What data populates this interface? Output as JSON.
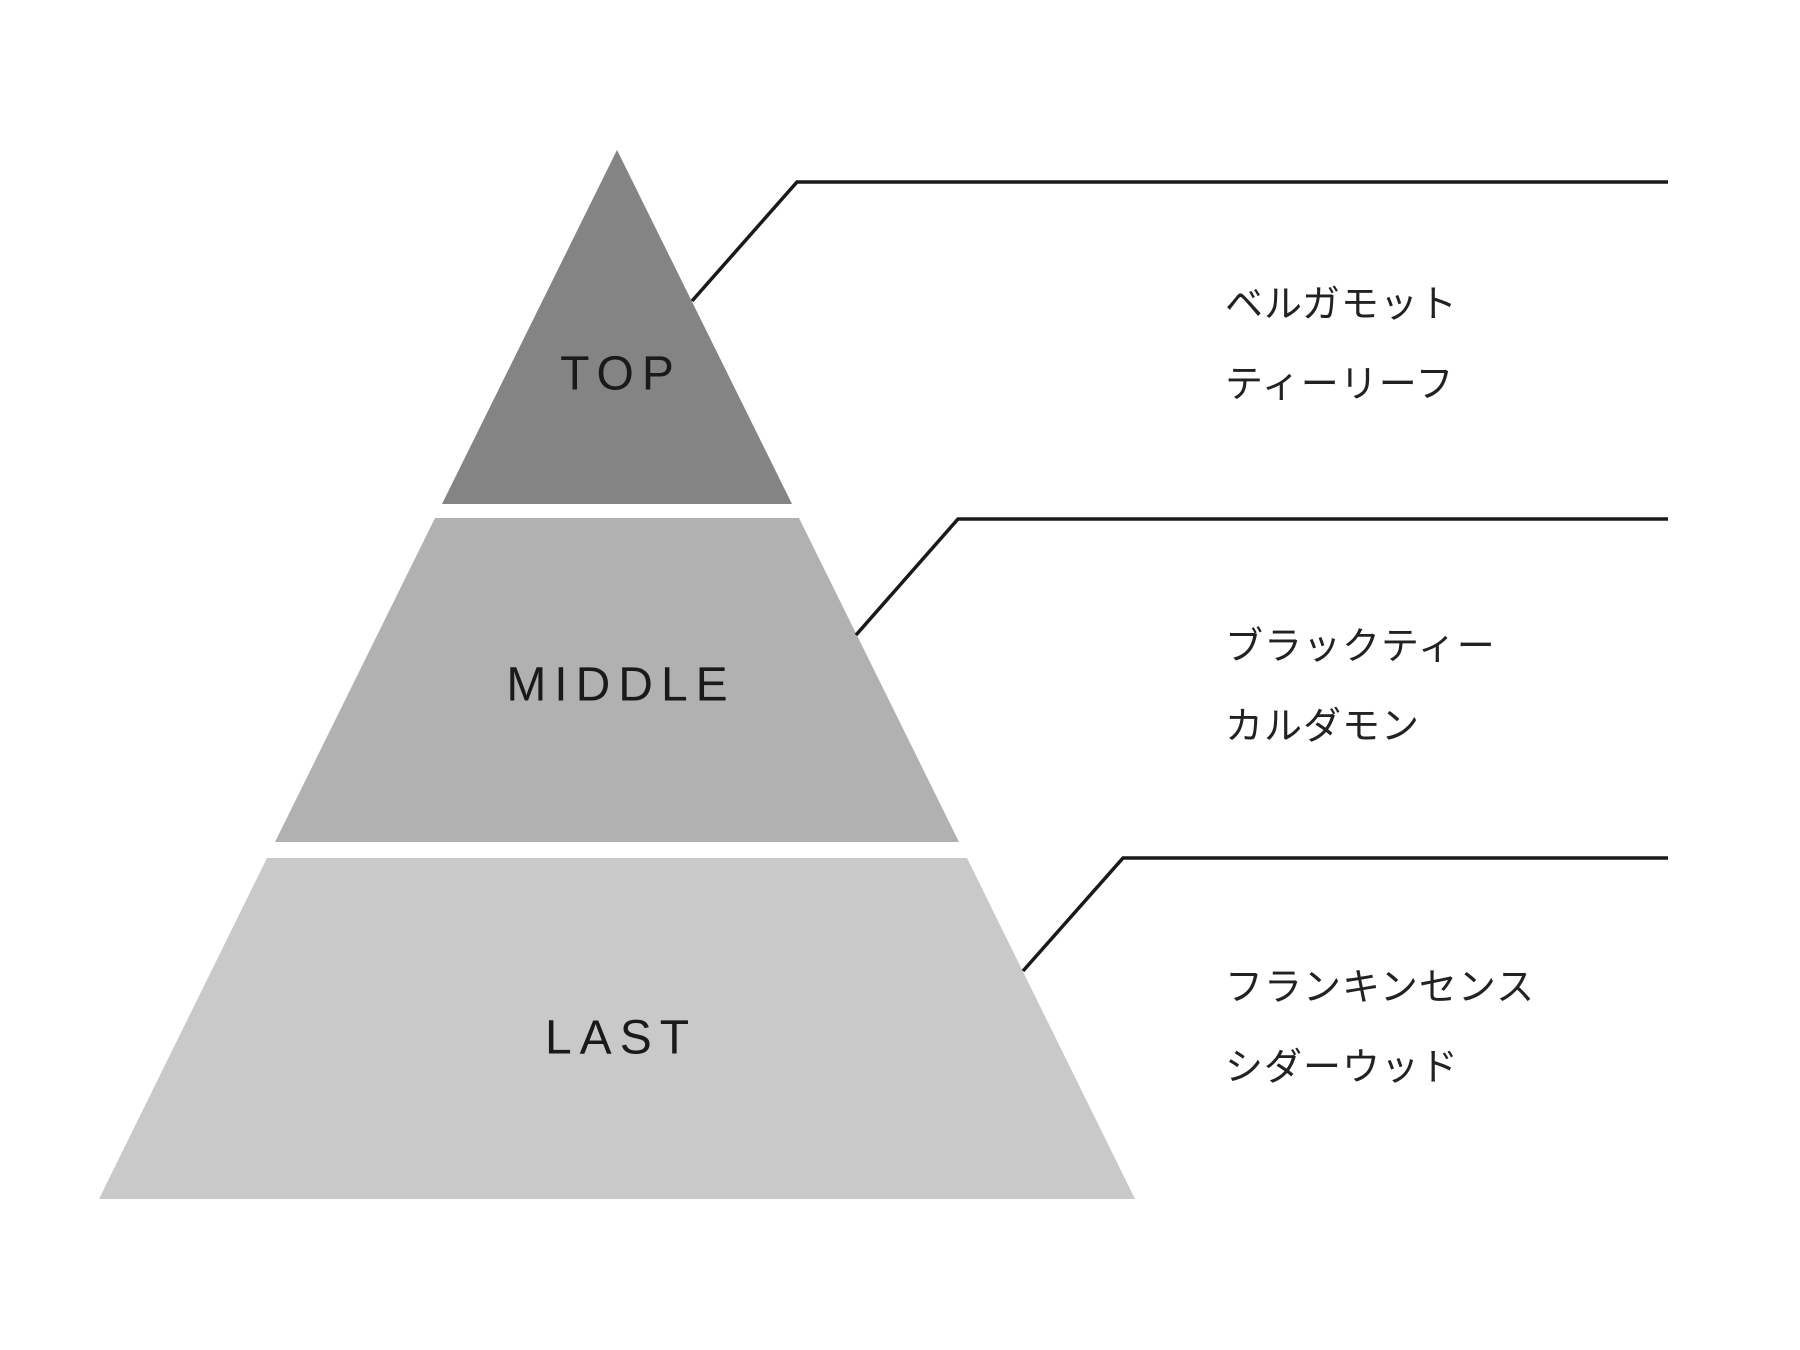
{
  "diagram": {
    "type": "fragrance-note-pyramid",
    "background": "#ffffff",
    "connector_color": "#1a1a1a",
    "label_color": "#1a1a1a",
    "note_color": "#222222",
    "tiers": [
      {
        "id": "top",
        "label": "TOP",
        "color": "#848484",
        "notes": [
          "ベルガモット",
          "ティーリーフ"
        ]
      },
      {
        "id": "middle",
        "label": "MIDDLE",
        "color": "#b1b1b1",
        "notes": [
          "ブラックティー",
          "カルダモン"
        ]
      },
      {
        "id": "last",
        "label": "LAST",
        "color": "#c9c9c9",
        "notes": [
          "フランキンセンス",
          "シダーウッド"
        ]
      }
    ]
  }
}
